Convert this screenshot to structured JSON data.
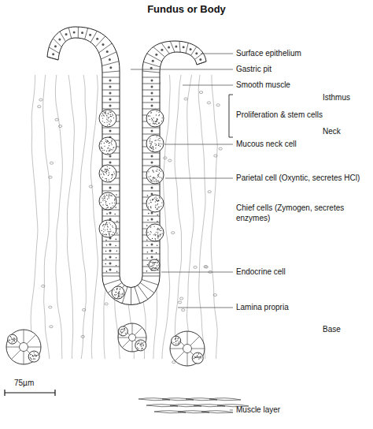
{
  "diagram": {
    "title": "Fundus or Body",
    "labels": [
      "Surface epithelium",
      "Gastric pit",
      "Smooth muscle",
      "Isthmus",
      "Proliferation & stem cells",
      "Neck",
      "Mucous neck cell",
      "Parietal cell (Oxyntic, secretes HCl)",
      "Chief cells (Zymogen, secretes enzymes)",
      "Endocrine cell",
      "Lamina propria",
      "Base",
      "75µm",
      "Muscle layer"
    ]
  }
}
